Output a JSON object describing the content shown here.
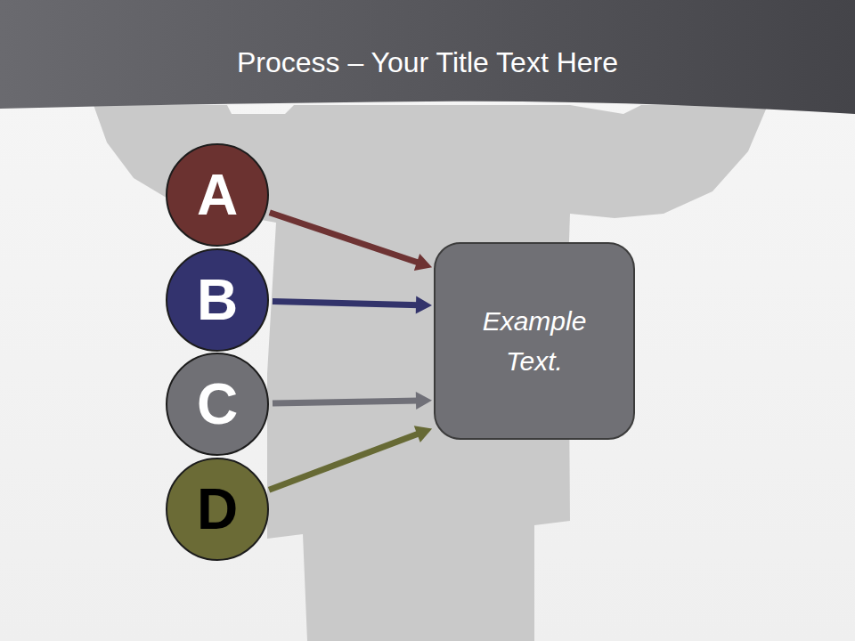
{
  "diagram": {
    "title": "Process – Your Title Text Here",
    "nodes": [
      {
        "text": [
          "A"
        ]
      },
      {
        "text": [
          "B"
        ]
      },
      {
        "text": [
          "C"
        ]
      },
      {
        "text": [
          "D"
        ]
      },
      {
        "text": [
          "Example Text."
        ]
      }
    ],
    "edges": [
      {
        "from": 0,
        "to": 4,
        "arrow": "to"
      },
      {
        "from": 1,
        "to": 4,
        "arrow": "to"
      },
      {
        "from": 2,
        "to": 4,
        "arrow": "to"
      },
      {
        "from": 3,
        "to": 4,
        "arrow": "to"
      }
    ]
  }
}
